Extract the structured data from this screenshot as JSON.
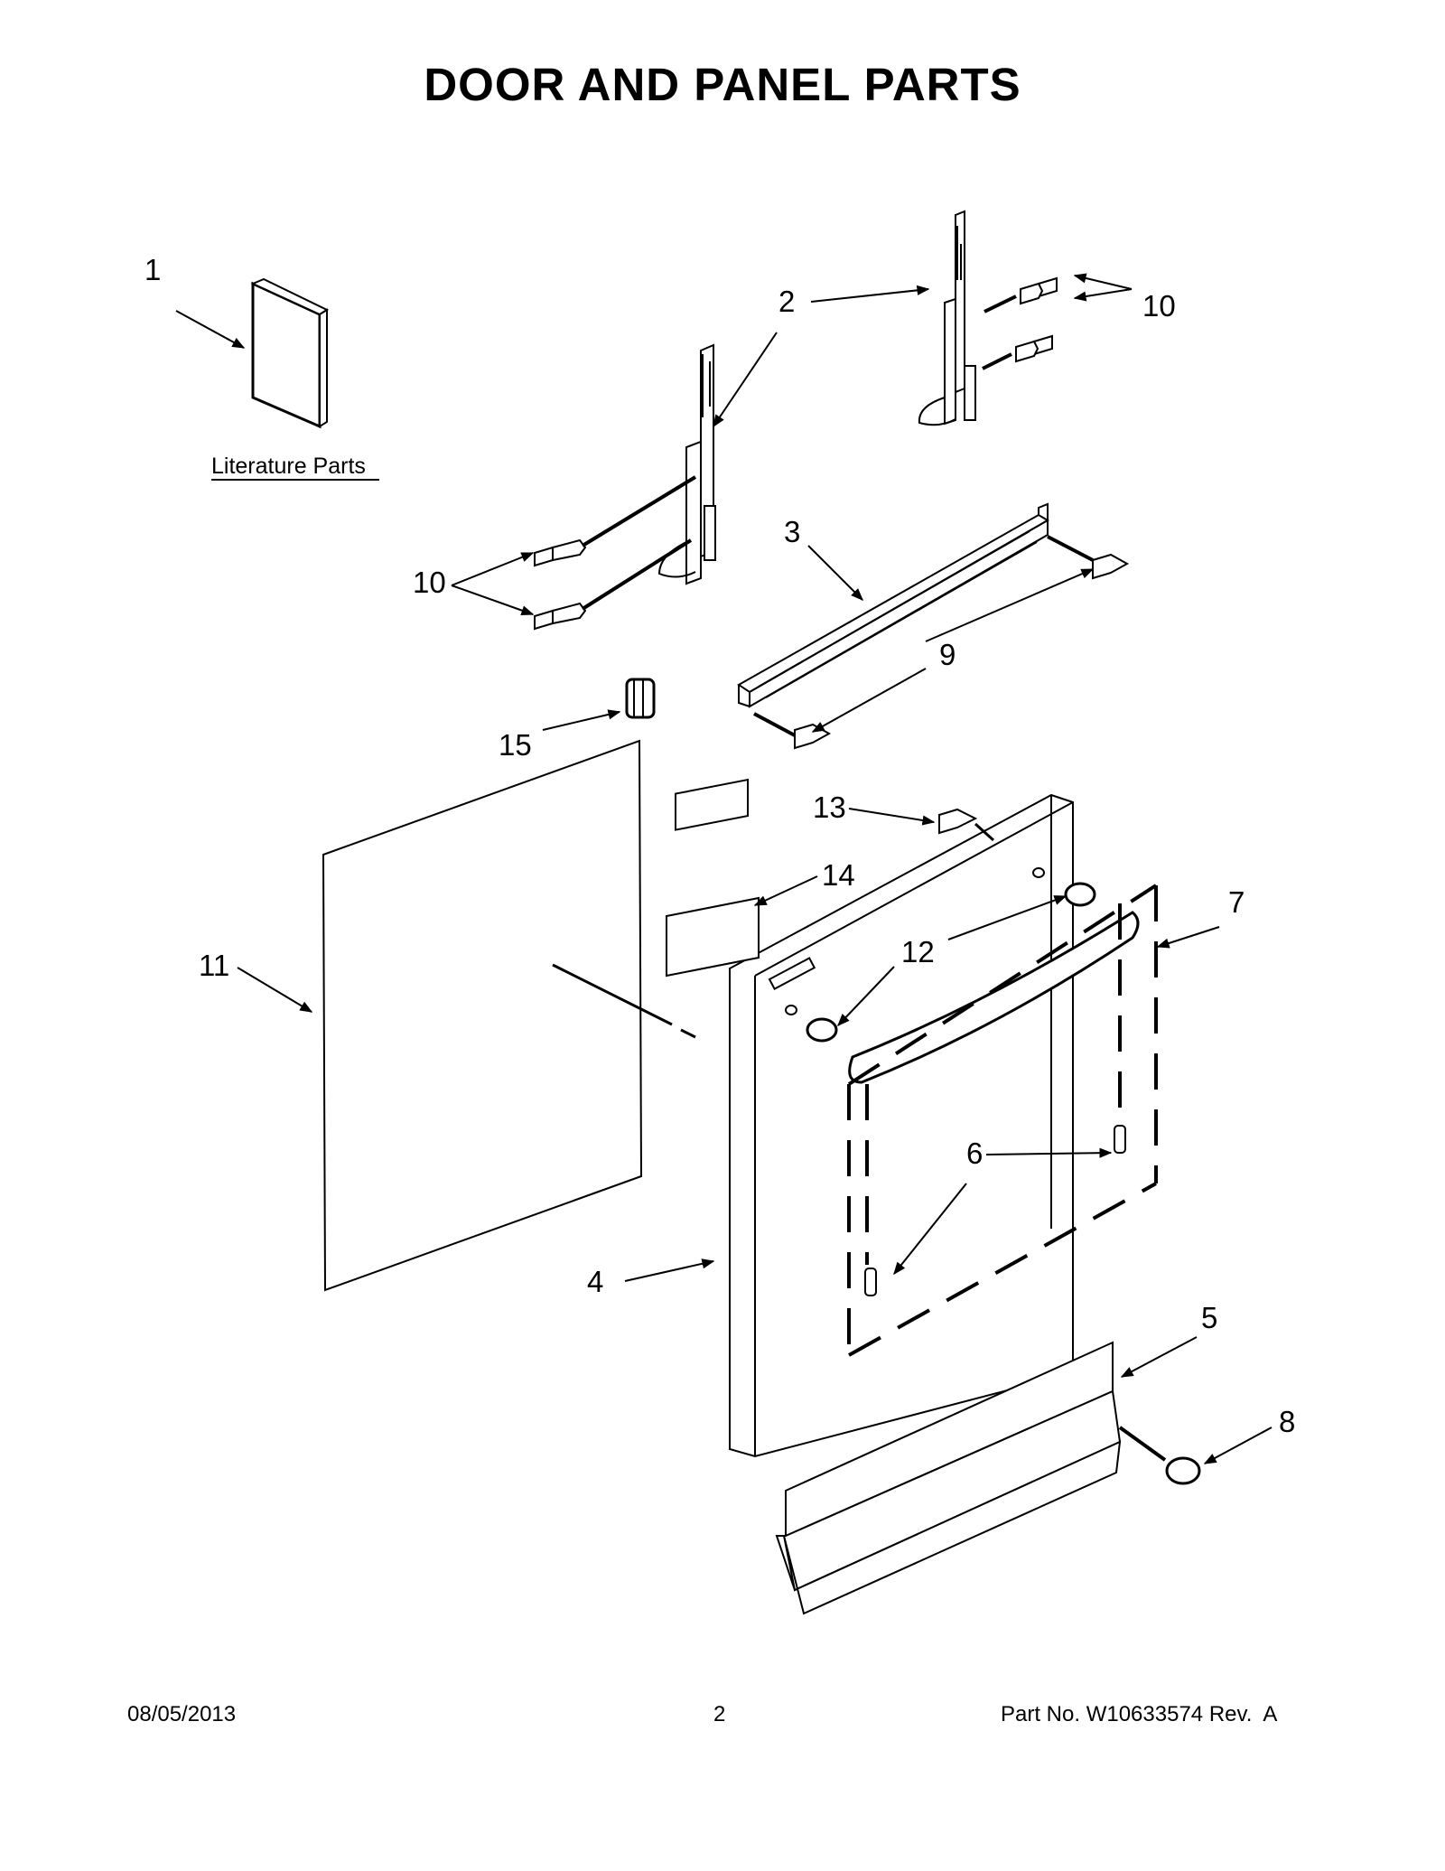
{
  "title": "DOOR AND PANEL PARTS",
  "literature_label": "Literature Parts",
  "callouts": [
    "1",
    "2",
    "3",
    "4",
    "5",
    "6",
    "7",
    "8",
    "9",
    "10",
    "10",
    "11",
    "12",
    "13",
    "14",
    "15"
  ],
  "footer": {
    "date": "08/05/2013",
    "page": "2",
    "part_prefix": "Part No.",
    "part_number": "W10633574",
    "revision": "Rev.  A"
  }
}
